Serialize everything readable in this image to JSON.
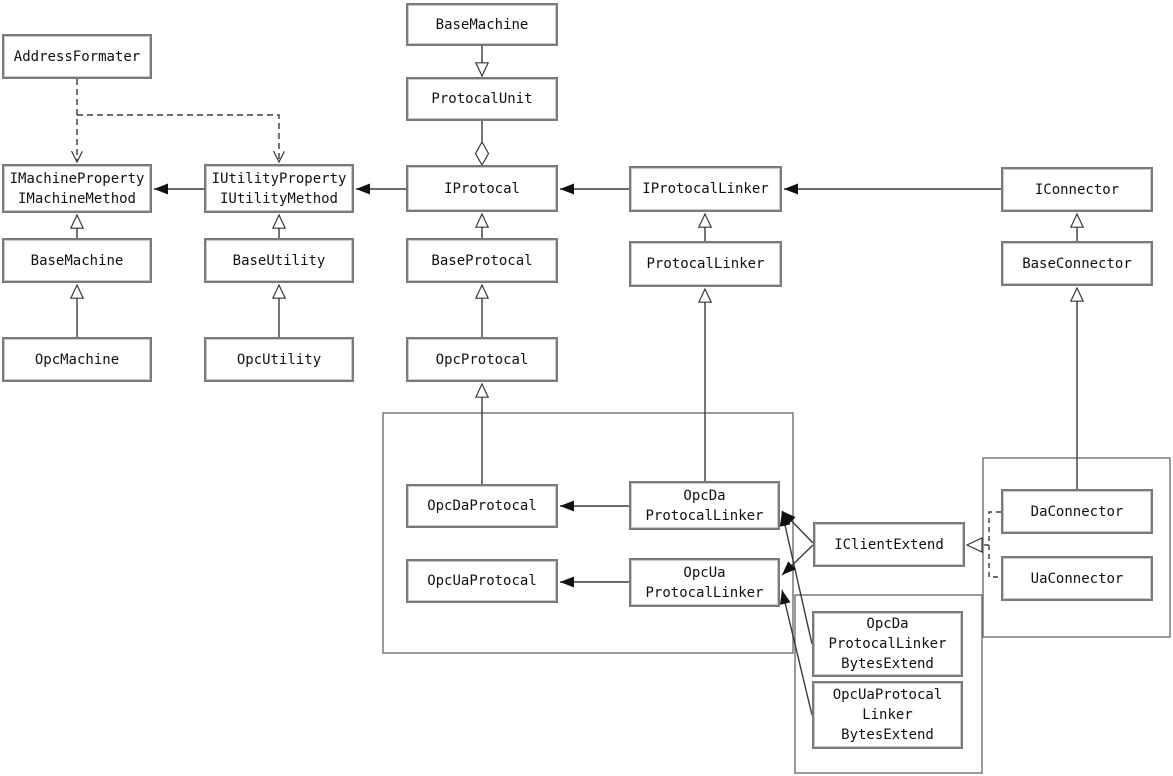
{
  "diagram": {
    "kind": "uml-class-diagram",
    "colors": {
      "background": "#ffffff",
      "box_border": "#7a7a7a",
      "line": "#3a3a3a",
      "arrow_fill": "#111111",
      "text": "#111111"
    },
    "nodes": [
      {
        "id": "base-machine-top",
        "label_lines": [
          "BaseMachine"
        ]
      },
      {
        "id": "protocal-unit",
        "label_lines": [
          "ProtocalUnit"
        ]
      },
      {
        "id": "iprotocal",
        "label_lines": [
          "IProtocal"
        ]
      },
      {
        "id": "address-formater",
        "label_lines": [
          "AddressFormater"
        ]
      },
      {
        "id": "imachine-property-method",
        "label_lines": [
          "IMachineProperty",
          "IMachineMethod"
        ]
      },
      {
        "id": "iutility-property-method",
        "label_lines": [
          "IUtilityProperty",
          "IUtilityMethod"
        ]
      },
      {
        "id": "base-machine-left",
        "label_lines": [
          "BaseMachine"
        ]
      },
      {
        "id": "opc-machine",
        "label_lines": [
          "OpcMachine"
        ]
      },
      {
        "id": "base-utility",
        "label_lines": [
          "BaseUtility"
        ]
      },
      {
        "id": "opc-utility",
        "label_lines": [
          "OpcUtility"
        ]
      },
      {
        "id": "base-protocal",
        "label_lines": [
          "BaseProtocal"
        ]
      },
      {
        "id": "opc-protocal",
        "label_lines": [
          "OpcProtocal"
        ]
      },
      {
        "id": "iprotocal-linker",
        "label_lines": [
          "IProtocalLinker"
        ]
      },
      {
        "id": "protocal-linker",
        "label_lines": [
          "ProtocalLinker"
        ]
      },
      {
        "id": "iconnector",
        "label_lines": [
          "IConnector"
        ]
      },
      {
        "id": "base-connector",
        "label_lines": [
          "BaseConnector"
        ]
      },
      {
        "id": "opc-da-protocal",
        "label_lines": [
          "OpcDaProtocal"
        ]
      },
      {
        "id": "opc-ua-protocal",
        "label_lines": [
          "OpcUaProtocal"
        ]
      },
      {
        "id": "opc-da-protocal-linker",
        "label_lines": [
          "OpcDa",
          "ProtocalLinker"
        ]
      },
      {
        "id": "opc-ua-protocal-linker",
        "label_lines": [
          "OpcUa",
          "ProtocalLinker"
        ]
      },
      {
        "id": "iclient-extend",
        "label_lines": [
          "IClientExtend"
        ]
      },
      {
        "id": "da-connector",
        "label_lines": [
          "DaConnector"
        ]
      },
      {
        "id": "ua-connector",
        "label_lines": [
          "UaConnector"
        ]
      },
      {
        "id": "opc-da-protocal-linker-bytes-extend",
        "label_lines": [
          "OpcDa",
          "ProtocalLinker",
          "BytesExtend"
        ]
      },
      {
        "id": "opc-ua-protocal-linker-bytes-extend",
        "label_lines": [
          "OpcUaProtocal",
          "Linker",
          "BytesExtend"
        ]
      }
    ],
    "groups": [
      {
        "id": "opc-protocal-linker-group"
      },
      {
        "id": "bytes-extend-group"
      },
      {
        "id": "connector-group"
      }
    ],
    "edges": [
      {
        "from": "BaseMachine (top)",
        "to": "ProtocalUnit",
        "type": "inheritance"
      },
      {
        "from": "ProtocalUnit",
        "to": "IProtocal",
        "type": "aggregation"
      },
      {
        "from": "BaseProtocal",
        "to": "IProtocal",
        "type": "inheritance"
      },
      {
        "from": "OpcProtocal",
        "to": "BaseProtocal",
        "type": "inheritance"
      },
      {
        "from": "OpcDaProtocal",
        "to": "OpcProtocal",
        "type": "inheritance"
      },
      {
        "from": "BaseMachine",
        "to": "IMachineProperty IMachineMethod",
        "type": "inheritance"
      },
      {
        "from": "OpcMachine",
        "to": "BaseMachine",
        "type": "inheritance"
      },
      {
        "from": "BaseUtility",
        "to": "IUtilityProperty IUtilityMethod",
        "type": "inheritance"
      },
      {
        "from": "OpcUtility",
        "to": "BaseUtility",
        "type": "inheritance"
      },
      {
        "from": "ProtocalLinker",
        "to": "IProtocalLinker",
        "type": "inheritance"
      },
      {
        "from": "OpcDa ProtocalLinker",
        "to": "ProtocalLinker",
        "type": "inheritance"
      },
      {
        "from": "BaseConnector",
        "to": "IConnector",
        "type": "inheritance"
      },
      {
        "from": "DaConnector",
        "to": "BaseConnector",
        "type": "inheritance"
      },
      {
        "from": "AddressFormater",
        "to": "IMachineProperty IMachineMethod",
        "type": "dependency"
      },
      {
        "from": "AddressFormater",
        "to": "IUtilityProperty IUtilityMethod",
        "type": "dependency"
      },
      {
        "from": "IProtocal",
        "to": "IUtilityProperty IUtilityMethod",
        "type": "association"
      },
      {
        "from": "IUtilityProperty IUtilityMethod",
        "to": "IMachineProperty IMachineMethod",
        "type": "association"
      },
      {
        "from": "IProtocalLinker",
        "to": "IProtocal",
        "type": "association"
      },
      {
        "from": "IConnector",
        "to": "IProtocalLinker",
        "type": "association"
      },
      {
        "from": "OpcDa ProtocalLinker",
        "to": "OpcDaProtocal",
        "type": "association"
      },
      {
        "from": "OpcUa ProtocalLinker",
        "to": "OpcUaProtocal",
        "type": "association"
      },
      {
        "from": "IClientExtend",
        "to": "OpcDa ProtocalLinker",
        "type": "association"
      },
      {
        "from": "IClientExtend",
        "to": "OpcUa ProtocalLinker",
        "type": "association"
      },
      {
        "from": "OpcDa ProtocalLinker BytesExtend",
        "to": "OpcDa ProtocalLinker",
        "type": "association"
      },
      {
        "from": "OpcUaProtocal Linker BytesExtend",
        "to": "OpcUa ProtocalLinker",
        "type": "association"
      },
      {
        "from": "DaConnector",
        "to": "IClientExtend",
        "type": "realization"
      },
      {
        "from": "UaConnector",
        "to": "IClientExtend",
        "type": "realization"
      }
    ]
  }
}
